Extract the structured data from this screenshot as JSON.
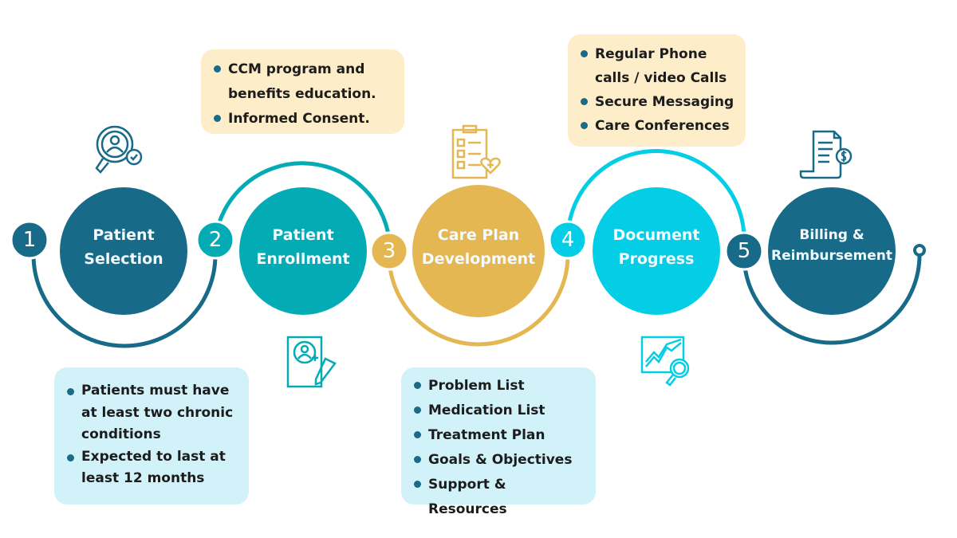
{
  "steps": [
    {
      "number": "1",
      "label": "Patient Selection",
      "color": "#176a88"
    },
    {
      "number": "2",
      "label": "Patient Enrollment",
      "color": "#03acb5"
    },
    {
      "number": "3",
      "label": "Care Plan Development",
      "color": "#e5b752"
    },
    {
      "number": "4",
      "label": "Document Progress",
      "color": "#04cde6"
    },
    {
      "number": "5",
      "label": "Billing & Reimbursement",
      "color": "#176a88"
    }
  ],
  "boxes": {
    "enrollment": [
      "CCM program and benefits education.",
      "Informed Consent."
    ],
    "progress": [
      "Regular Phone calls / video Calls",
      "Secure Messaging",
      "Care Conferences"
    ],
    "selection": [
      "Patients must have at least two chronic conditions",
      "Expected to last at least 12 months"
    ],
    "care_plan": [
      "Problem List",
      "Medication List",
      "Treatment Plan",
      "Goals & Objectives",
      "Support & Resources"
    ]
  },
  "colors": {
    "yellow_box": "#fdedc8",
    "blue_box": "#d2f2fa",
    "bullet": "#1b6a87"
  }
}
